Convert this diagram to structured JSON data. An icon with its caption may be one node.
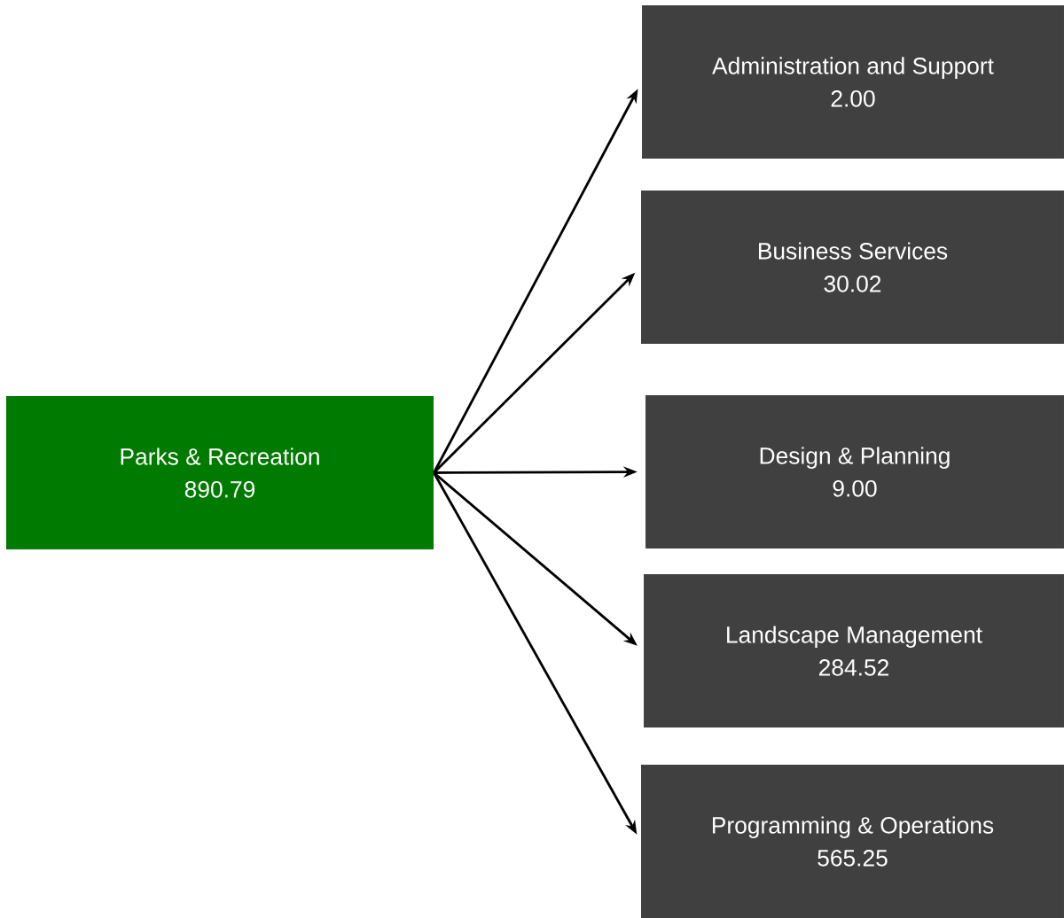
{
  "diagram": {
    "nodes": [
      {
        "text": [
          "Parks & Recreation",
          "890.79"
        ]
      },
      {
        "text": [
          "Administration and Support",
          "2.00"
        ]
      },
      {
        "text": [
          "Business Services",
          "30.02"
        ]
      },
      {
        "text": [
          "Design & Planning",
          "9.00"
        ]
      },
      {
        "text": [
          "Landscape Management",
          "284.52"
        ]
      },
      {
        "text": [
          "Programming & Operations",
          "565.25"
        ]
      }
    ],
    "edges": [
      {
        "from": 0,
        "to": 1,
        "arrow": "to"
      },
      {
        "from": 0,
        "to": 2,
        "arrow": "to"
      },
      {
        "from": 0,
        "to": 3,
        "arrow": "to"
      },
      {
        "from": 0,
        "to": 4,
        "arrow": "to"
      },
      {
        "from": 0,
        "to": 5,
        "arrow": "to"
      }
    ]
  }
}
